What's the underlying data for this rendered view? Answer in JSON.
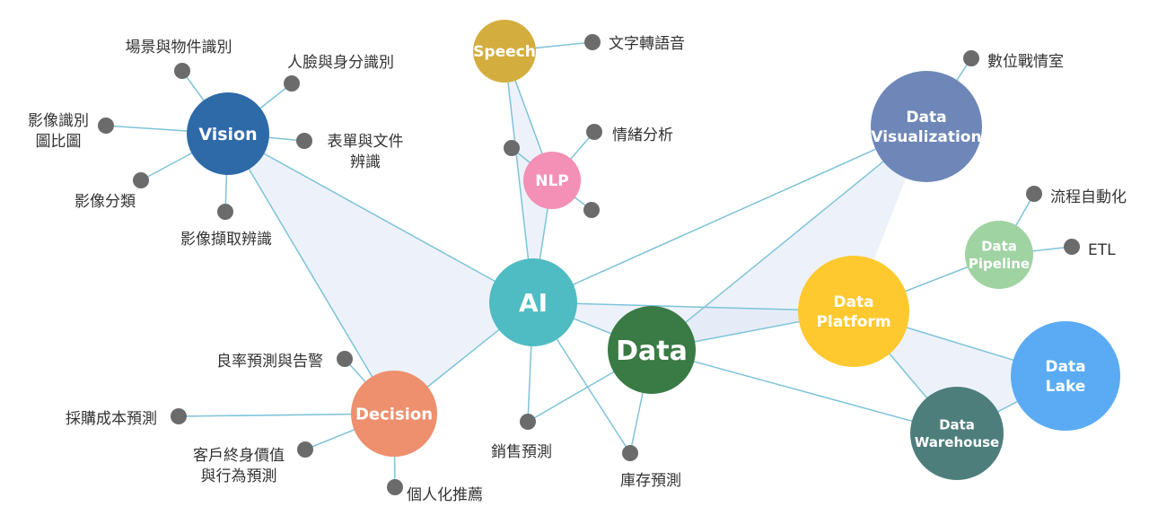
{
  "colors": {
    "ai": "#4ebcc2",
    "vision": "#2f6aa8",
    "speech": "#d3ae3e",
    "nlp": "#f48fb5",
    "decision": "#ee8f6e",
    "data": "#3a7a45",
    "data_visualization": "#6e87b8",
    "data_platform": "#fdc92f",
    "data_pipeline": "#9fd3a2",
    "data_lake": "#5aabf4",
    "data_warehouse": "#4d7e7c",
    "leaf_dot": "#6b6b6b",
    "edge": "#7ec3d8"
  },
  "hubs": [
    {
      "id": "ai",
      "lines": [
        "AI"
      ]
    },
    {
      "id": "vision",
      "lines": [
        "Vision"
      ]
    },
    {
      "id": "speech",
      "lines": [
        "Speech"
      ]
    },
    {
      "id": "nlp",
      "lines": [
        "NLP"
      ]
    },
    {
      "id": "decision",
      "lines": [
        "Decision"
      ]
    },
    {
      "id": "data",
      "lines": [
        "Data"
      ]
    },
    {
      "id": "data_visualization",
      "lines": [
        "Data",
        "Visualization"
      ]
    },
    {
      "id": "data_platform",
      "lines": [
        "Data",
        "Platform"
      ]
    },
    {
      "id": "data_pipeline",
      "lines": [
        "Data",
        "Pipeline"
      ]
    },
    {
      "id": "data_lake",
      "lines": [
        "Data",
        "Lake"
      ]
    },
    {
      "id": "data_warehouse",
      "lines": [
        "Data",
        "Warehouse"
      ]
    }
  ],
  "leaves": [
    {
      "id": "scene_object",
      "parent": "vision",
      "lines": [
        "場景與物件識別"
      ]
    },
    {
      "id": "face_identity",
      "parent": "vision",
      "lines": [
        "人臉與身分識別"
      ]
    },
    {
      "id": "image_compare",
      "parent": "vision",
      "lines": [
        "影像識別",
        "圖比圖"
      ]
    },
    {
      "id": "form_document",
      "parent": "vision",
      "lines": [
        "表單與文件",
        "辨識"
      ]
    },
    {
      "id": "image_classify",
      "parent": "vision",
      "lines": [
        "影像分類"
      ]
    },
    {
      "id": "image_extract",
      "parent": "vision",
      "lines": [
        "影像擷取辨識"
      ]
    },
    {
      "id": "text_to_speech",
      "parent": "speech",
      "lines": [
        "文字轉語音"
      ]
    },
    {
      "id": "sentiment",
      "parent": "nlp",
      "lines": [
        "情緒分析"
      ]
    },
    {
      "id": "nlp_left",
      "parent": "nlp",
      "lines": []
    },
    {
      "id": "nlp_bottom",
      "parent": "nlp",
      "lines": []
    },
    {
      "id": "digital_war_room",
      "parent": "data_visualization",
      "lines": [
        "數位戰情室"
      ]
    },
    {
      "id": "process_automation",
      "parent": "data_pipeline",
      "lines": [
        "流程自動化"
      ]
    },
    {
      "id": "etl",
      "parent": "data_pipeline",
      "lines": [
        "ETL"
      ]
    },
    {
      "id": "yield_prediction",
      "parent": "decision",
      "lines": [
        "良率預測與告警"
      ]
    },
    {
      "id": "procurement",
      "parent": "decision",
      "lines": [
        "採購成本預測"
      ]
    },
    {
      "id": "clv",
      "parent": "decision",
      "lines": [
        "客戶終身價值",
        "與行為預測"
      ]
    },
    {
      "id": "personalized",
      "parent": "decision",
      "lines": [
        "個人化推薦"
      ]
    },
    {
      "id": "sales_forecast",
      "parent": "ai",
      "lines": [
        "銷售預測"
      ]
    },
    {
      "id": "inventory_forecast",
      "parent": "ai",
      "lines": [
        "庫存預測"
      ]
    }
  ]
}
